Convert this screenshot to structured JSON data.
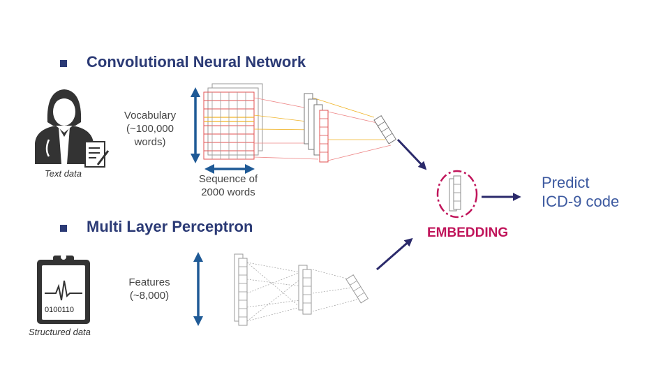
{
  "sections": {
    "cnn": {
      "title": "Convolutional Neural Network"
    },
    "mlp": {
      "title": "Multi Layer Perceptron"
    }
  },
  "cnn_labels": {
    "vocab_line1": "Vocabulary",
    "vocab_line2": "(~100,000",
    "vocab_line3": "words)",
    "seq_line1": "Sequence of",
    "seq_line2": "2000 words"
  },
  "mlp_labels": {
    "features_line1": "Features",
    "features_line2": "(~8,000)"
  },
  "inputs": {
    "text_caption": "Text data",
    "structured_caption": "Structured data",
    "binary_text": "0100110"
  },
  "embedding_label": "EMBEDDING",
  "output": {
    "line1": "Predict",
    "line2": "ICD-9 code"
  },
  "colors": {
    "heading": "#2b3a75",
    "arrow_blue": "#1f5a96",
    "arrow_navy": "#2b2a6b",
    "embedding": "#c0145a",
    "grid_red": "#e05050",
    "grid_yellow": "#f0b429",
    "predict": "#3d5aa0"
  },
  "icons": {
    "text_source": "doctor-with-document-icon",
    "structured_source": "clipboard-ecg-icon"
  }
}
